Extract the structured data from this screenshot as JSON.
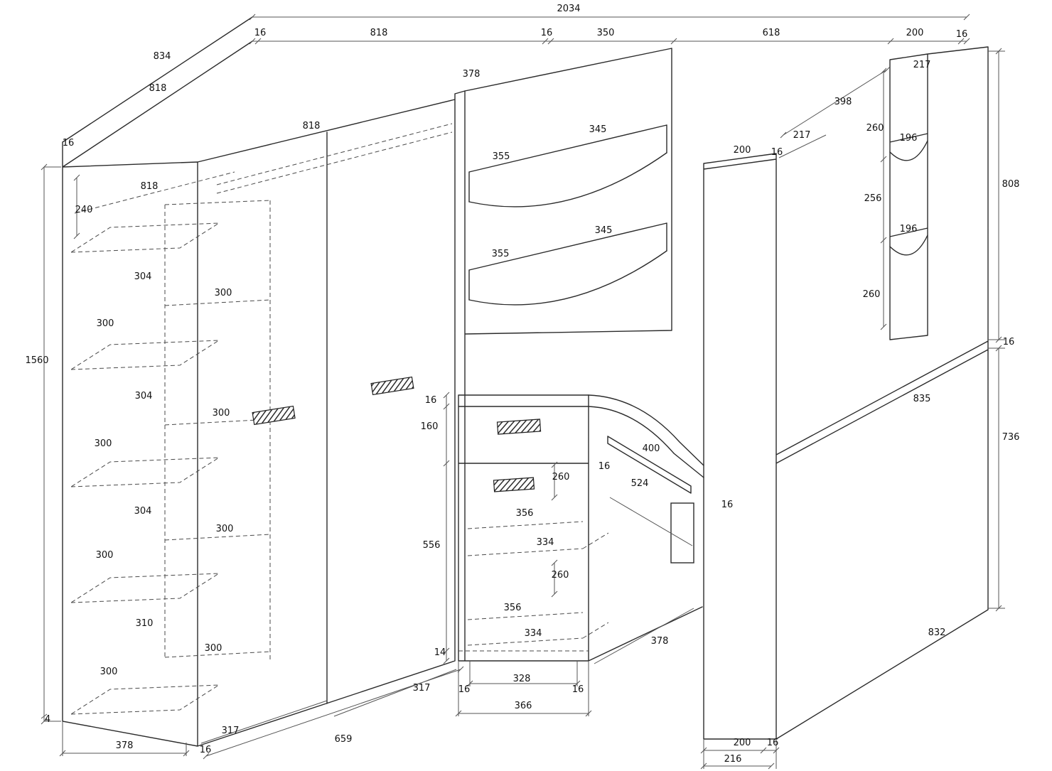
{
  "drawing": {
    "type": "furniture-technical-drawing",
    "labels": {
      "overall_width": "2034",
      "top": [
        "16",
        "818",
        "16",
        "350",
        "618",
        "200",
        "16"
      ],
      "left_top": [
        "834",
        "818",
        "16",
        "818",
        "240"
      ],
      "partition_depth": "378",
      "door_width": "818",
      "upper_shelves": [
        "345",
        "355",
        "345",
        "355"
      ],
      "right_upper": [
        "398",
        "217",
        "260",
        "196",
        "217",
        "200",
        "16",
        "808",
        "256",
        "196",
        "260",
        "16"
      ],
      "left_side": [
        "304",
        "300",
        "300",
        "1560",
        "304",
        "300",
        "300",
        "304",
        "300",
        "300",
        "310",
        "300",
        "300",
        "4"
      ],
      "bottom_left": [
        "378",
        "317",
        "16",
        "659"
      ],
      "desk": [
        "16",
        "160",
        "556",
        "14",
        "317",
        "328",
        "16",
        "16",
        "366"
      ],
      "desk_interior": [
        "260",
        "356",
        "334",
        "260",
        "356",
        "334",
        "378"
      ],
      "rail": [
        "400",
        "16",
        "524",
        "16"
      ],
      "right_lower": [
        "835",
        "736",
        "832"
      ],
      "right_bottom": [
        "200",
        "16",
        "216"
      ]
    }
  }
}
